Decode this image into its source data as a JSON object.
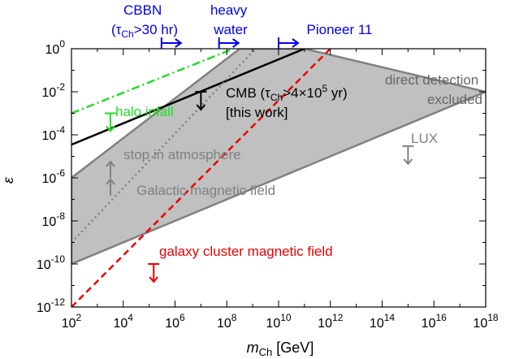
{
  "chart_data": {
    "type": "line",
    "x_scale": "log",
    "y_scale": "log",
    "xlim": [
      100.0,
      1e+18
    ],
    "ylim": [
      1e-12,
      1
    ],
    "grid": false,
    "xlabel_main": "m",
    "xlabel_sub": "Ch",
    "xlabel_unit": " [GeV]",
    "ylabel": "ε",
    "x_ticks": [
      {
        "value": 100.0,
        "base": "10",
        "exp": "2"
      },
      {
        "value": 10000.0,
        "base": "10",
        "exp": "4"
      },
      {
        "value": 1000000.0,
        "base": "10",
        "exp": "6"
      },
      {
        "value": 100000000.0,
        "base": "10",
        "exp": "8"
      },
      {
        "value": 10000000000.0,
        "base": "10",
        "exp": "10"
      },
      {
        "value": 1000000000000.0,
        "base": "10",
        "exp": "12"
      },
      {
        "value": 100000000000000.0,
        "base": "10",
        "exp": "14"
      },
      {
        "value": 1e+16,
        "base": "10",
        "exp": "16"
      },
      {
        "value": 1e+18,
        "base": "10",
        "exp": "18"
      }
    ],
    "y_ticks": [
      {
        "value": 1,
        "base": "10",
        "exp": "0"
      },
      {
        "value": 0.01,
        "base": "10",
        "exp": "-2"
      },
      {
        "value": 0.0001,
        "base": "10",
        "exp": "-4"
      },
      {
        "value": 1e-06,
        "base": "10",
        "exp": "-6"
      },
      {
        "value": 1e-08,
        "base": "10",
        "exp": "-8"
      },
      {
        "value": 1e-10,
        "base": "10",
        "exp": "-10"
      },
      {
        "value": 1e-12,
        "base": "10",
        "exp": "-12"
      }
    ],
    "excluded_region": {
      "color": "#c0c0c0",
      "edge_color": "#808080",
      "polygon": [
        [
          100.0,
          1e-06
        ],
        [
          316000000.0,
          1
        ],
        [
          100000000000.0,
          1
        ],
        [
          1e+18,
          0.01
        ],
        [
          100.0,
          1e-10
        ]
      ]
    },
    "series": [
      {
        "key": "cmb",
        "color": "#000000",
        "dash": "",
        "points": [
          [
            100.0,
            3.5e-05
          ],
          [
            100000000000.0,
            1
          ]
        ]
      },
      {
        "key": "halo",
        "color": "#22dd22",
        "dash": "10,4,2,4",
        "points": [
          [
            100.0,
            0.001
          ],
          [
            180000000.0,
            1
          ]
        ]
      },
      {
        "key": "cluster",
        "color": "#ee0000",
        "dash": "8,5",
        "points": [
          [
            100.0,
            1e-12
          ],
          [
            1000000000000.0,
            1
          ]
        ]
      },
      {
        "key": "galactic",
        "color": "#808080",
        "dash": "2,4",
        "points": [
          [
            100.0,
            1e-09
          ],
          [
            1300000000.0,
            1
          ]
        ]
      }
    ],
    "arrows": {
      "top": [
        {
          "x": 300000.0,
          "color": "#0000ee"
        },
        {
          "x": 50000000.0,
          "color": "#0000ee"
        },
        {
          "x": 10000000000.0,
          "color": "#0000ee"
        }
      ],
      "down": [
        {
          "x": 10000000.0,
          "y": 0.01,
          "color": "#000000"
        },
        {
          "x": 3200.0,
          "y": 0.001,
          "color": "#22dd22"
        },
        {
          "x": 150000.0,
          "y": 1e-10,
          "color": "#ee0000"
        },
        {
          "x": 1000000000000000.0,
          "y": 3e-05,
          "color": "#808080"
        }
      ],
      "up": [
        {
          "x": 3200.0,
          "y": 1e-06,
          "color": "#808080"
        },
        {
          "x": 3200.0,
          "y": 1.5e-07,
          "color": "#808080"
        }
      ]
    },
    "labels": {
      "cbbn_line1": "CBBN",
      "cbbn_line2_pre": "(τ",
      "cbbn_line2_sub": "Ch",
      "cbbn_line2_post": ">30 hr)",
      "heavy_line1": "heavy",
      "heavy_line2": "water",
      "pioneer": "Pioneer 11",
      "direct_line1": "direct detection",
      "direct_line2": "excluded",
      "cmb_pre": "CMB (τ",
      "cmb_sub": "Ch",
      "cmb_mid": ">4×10",
      "cmb_sup": "5",
      "cmb_post": " yr)",
      "cmb_line2": "[this work]",
      "halo": "halo infall",
      "lux": "LUX",
      "stop": "stop in atmosphere",
      "galactic": "Galactic magnetic field",
      "cluster": "galaxy cluster magnetic field"
    },
    "colors": {
      "blue": "#0000ee",
      "green": "#22dd22",
      "red": "#ee0000",
      "gray_text": "#808080",
      "dark_gray_text": "#666666"
    }
  }
}
